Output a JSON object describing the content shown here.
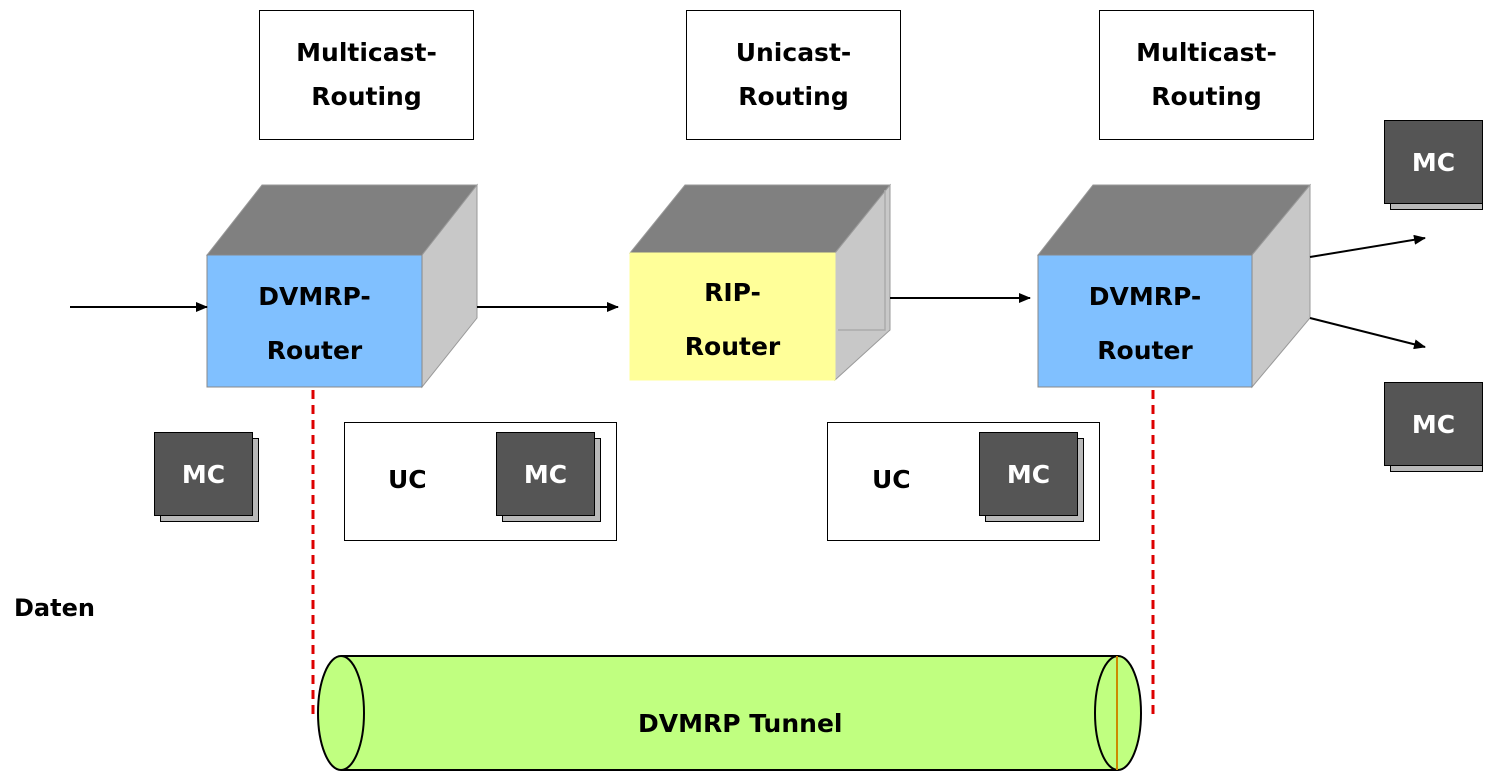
{
  "colors": {
    "router_face_blue": "#80c0ff",
    "router_face_yellow": "#ffff99",
    "cube_top": "#808080",
    "cube_side": "#c8c8c8",
    "mc_face": "#555555",
    "tunnel_fill": "#c0ff80",
    "tunnel_dash": "#dd0000"
  },
  "routing_boxes": [
    {
      "line1": "Multicast-",
      "line2": "Routing"
    },
    {
      "line1": "Unicast-",
      "line2": "Routing"
    },
    {
      "line1": "Multicast-",
      "line2": "Routing"
    }
  ],
  "routers": [
    {
      "line1": "DVMRP-",
      "line2": "Router"
    },
    {
      "line1": "RIP-",
      "line2": "Router"
    },
    {
      "line1": "DVMRP-",
      "line2": "Router"
    }
  ],
  "packets": {
    "mc_label": "MC",
    "uc_label": "UC"
  },
  "daten_label": "Daten",
  "tunnel_label": "DVMRP Tunnel"
}
